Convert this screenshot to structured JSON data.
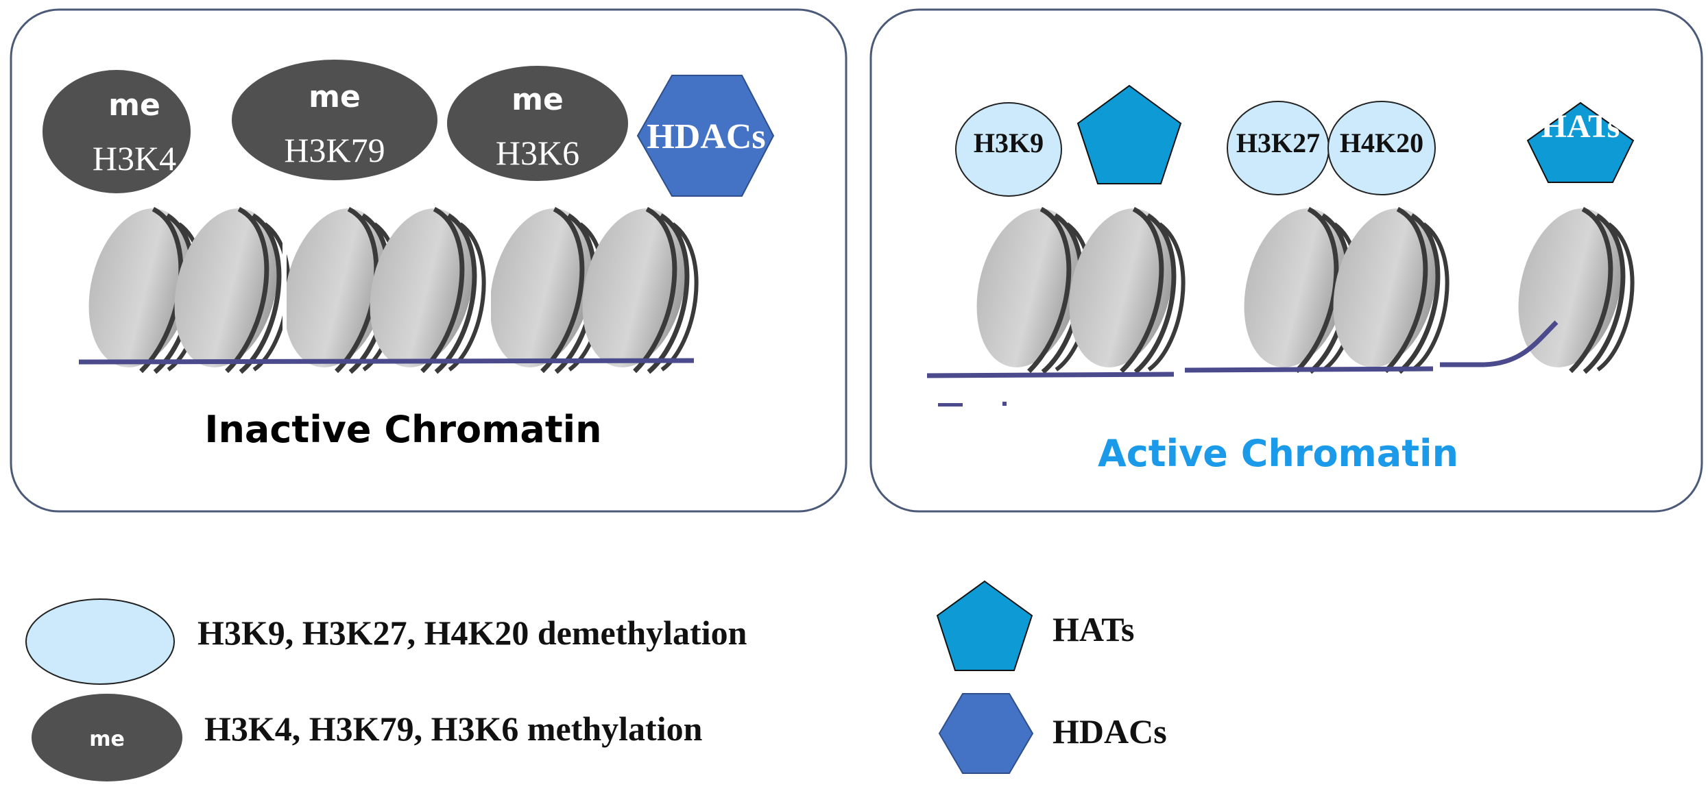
{
  "panels": {
    "inactive": {
      "caption": "Inactive Chromatin",
      "marks": [
        {
          "top": "me",
          "bottom": "H3K4"
        },
        {
          "top": "me",
          "bottom": "H3K79"
        },
        {
          "top": "me",
          "bottom": "H3K6"
        }
      ],
      "enzyme": "HDACs"
    },
    "active": {
      "caption": "Active Chromatin",
      "marks": [
        "H3K9",
        "H3K27",
        "H4K20"
      ],
      "enzyme": "HATs"
    }
  },
  "legend": {
    "demethylation": "H3K9, H3K27, H4K20 demethylation",
    "methylation": "H3K4, H3K79, H3K6 methylation",
    "methylation_symbol": "me",
    "hats": "HATs",
    "hdacs": "HDACs"
  },
  "colors": {
    "panel_border": "#4a5a78",
    "methyl_mark": "#505050",
    "demethyl_mark": "#cdeafc",
    "hdac": "#4472c4",
    "hat": "#0e9ad4",
    "active_caption": "#1a9ae8",
    "inactive_caption": "#000000",
    "dna": "#4b4a8c"
  }
}
